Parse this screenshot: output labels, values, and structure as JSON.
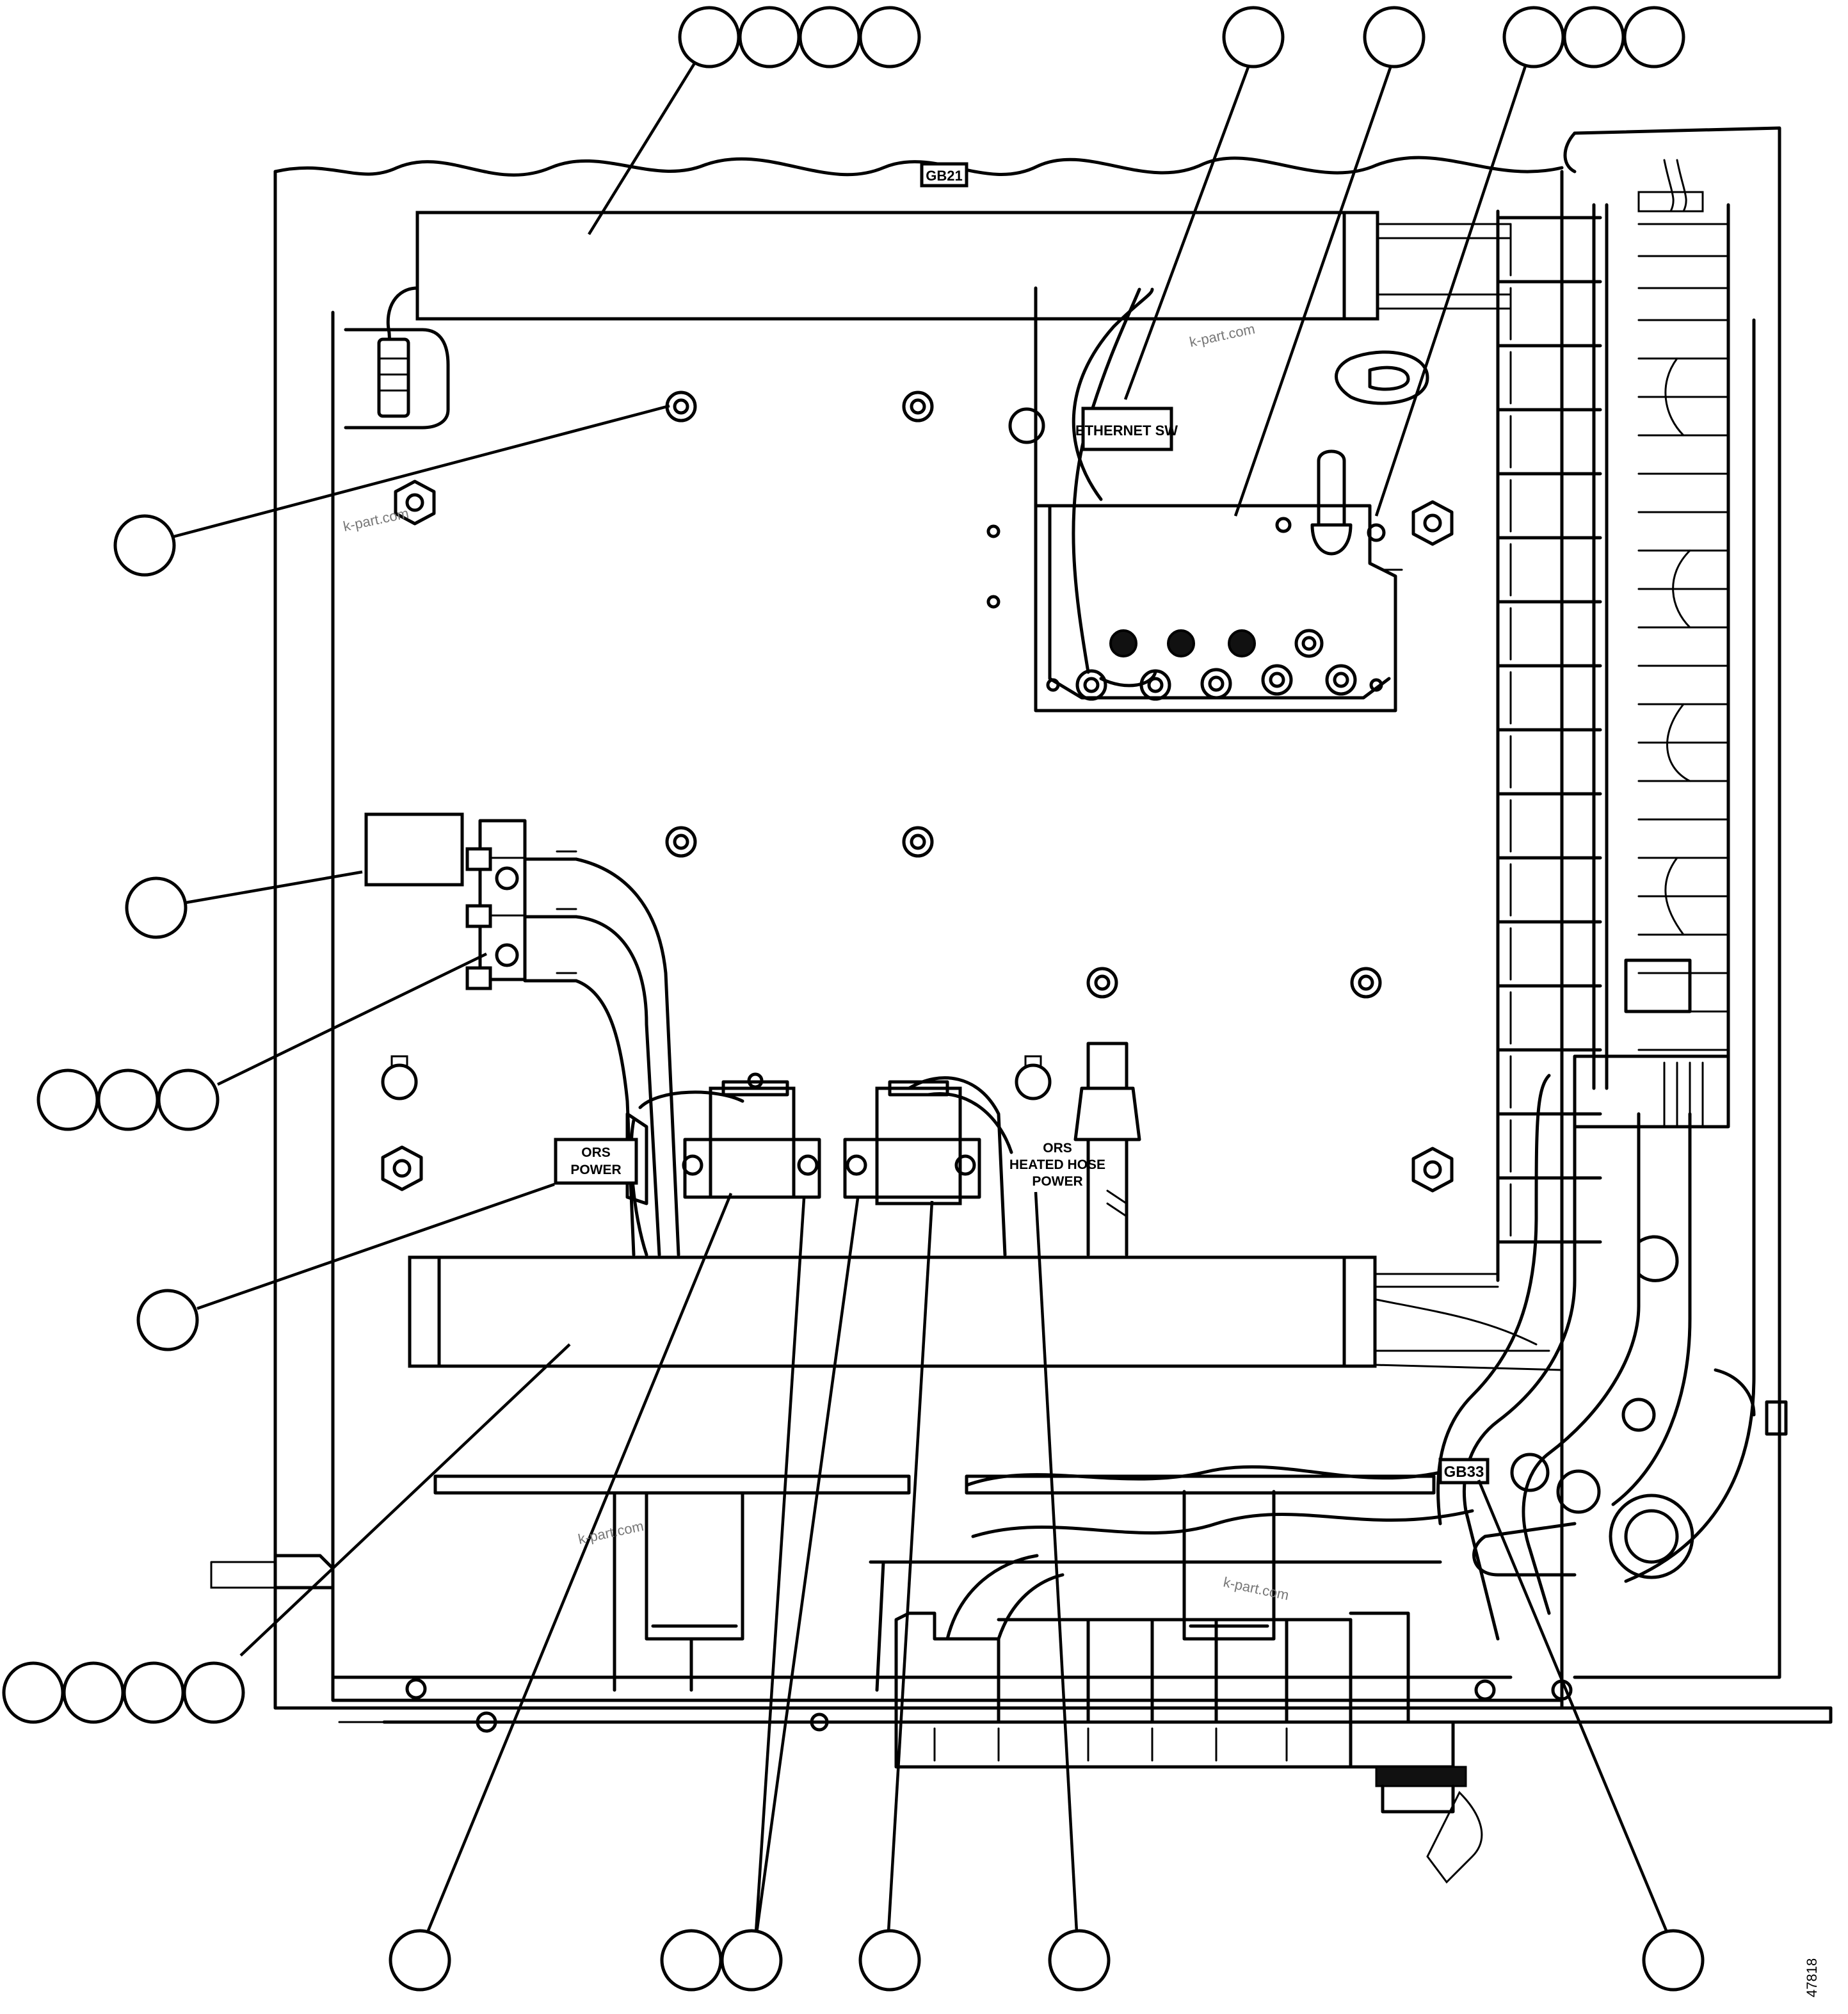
{
  "labels": {
    "gb21": "GB21",
    "gb33": "GB33",
    "ethernet_sw": "ETHERNET SW",
    "ors_power_line1": "ORS",
    "ors_power_line2": "POWER",
    "ors_hose_line1": "ORS",
    "ors_hose_line2": "HEATED HOSE",
    "ors_hose_line3": "POWER"
  },
  "watermarks": {
    "wm1": "k-part.com",
    "wm2": "k-part.com",
    "wm3": "k-part.com",
    "wm4": "k-part.com"
  },
  "figure_number": "47818"
}
